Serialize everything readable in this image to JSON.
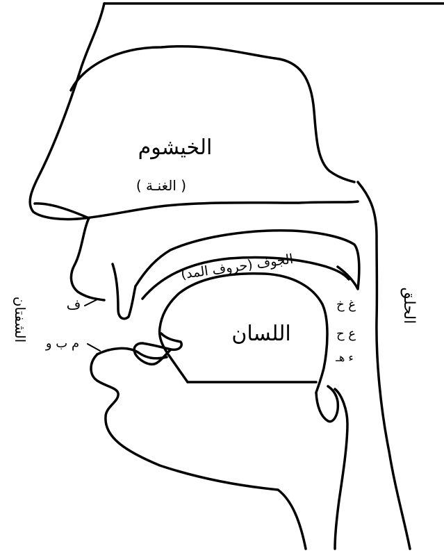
{
  "title": "",
  "colors": {
    "stroke": "#000000",
    "background": "#ffffff"
  },
  "labels": {
    "khayshum": "الخيشوم",
    "ghunna": "( الغنـة )",
    "jawf": "الجوف (حروف المد)",
    "lisan": "اللسان",
    "halq": "الحلق",
    "shafatan": "الشفتان",
    "fa": "ف",
    "meem_ba_waw": "م ب و",
    "halq_upper": "غ خ",
    "halq_middle": "ع ح",
    "halq_lower": "ء هـ"
  }
}
